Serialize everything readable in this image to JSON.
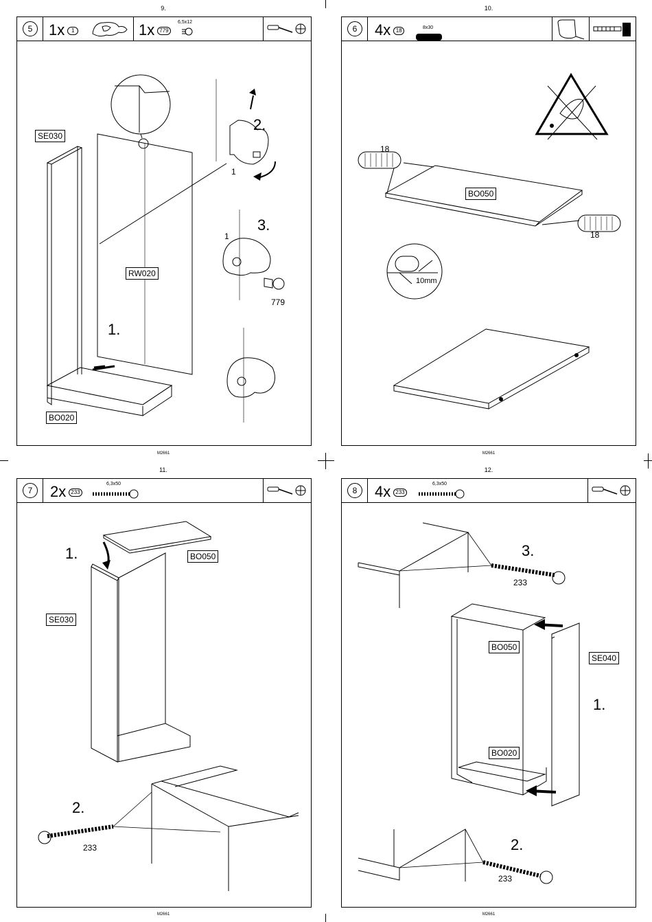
{
  "document_id": "M2661",
  "pages": [
    {
      "page": "9.",
      "step": "5",
      "parts": [
        {
          "qty": "1x",
          "ref": "1"
        },
        {
          "qty": "1x",
          "ref": "779",
          "spec": "6,5x12"
        }
      ],
      "labels": {
        "panel_side": "SE030",
        "panel_back": "RW020",
        "panel_bottom": "BO020"
      },
      "callouts": {
        "part_a": "1",
        "part_b": "1",
        "screw": "779"
      },
      "steps": [
        "1.",
        "2.",
        "3."
      ],
      "tools": [
        "screwdriver-icon"
      ]
    },
    {
      "page": "10.",
      "step": "6",
      "parts": [
        {
          "qty": "4x",
          "ref": "18",
          "spec": "8x30"
        }
      ],
      "labels": {
        "panel_shelf": "BO050"
      },
      "callouts": {
        "dowel_left": "18",
        "dowel_right": "18",
        "depth": "10mm"
      },
      "tools": [
        "glue-icon",
        "hammer-icon"
      ]
    },
    {
      "page": "11.",
      "step": "7",
      "parts": [
        {
          "qty": "2x",
          "ref": "233",
          "spec": "6,3x50"
        }
      ],
      "labels": {
        "panel_top": "BO050",
        "panel_side": "SE030"
      },
      "callouts": {
        "screw": "233"
      },
      "steps": [
        "1.",
        "2."
      ],
      "tools": [
        "screwdriver-icon"
      ]
    },
    {
      "page": "12.",
      "step": "8",
      "parts": [
        {
          "qty": "4x",
          "ref": "233",
          "spec": "6,3x50"
        }
      ],
      "labels": {
        "panel_top": "BO050",
        "panel_side": "SE040",
        "panel_bottom": "BO020"
      },
      "callouts": {
        "screw_top": "233",
        "screw_bottom": "233"
      },
      "steps": [
        "1.",
        "2.",
        "3."
      ],
      "tools": [
        "screwdriver-icon"
      ]
    }
  ]
}
